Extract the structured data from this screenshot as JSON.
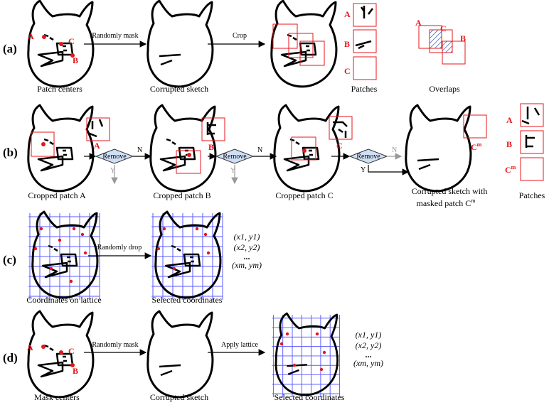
{
  "rows": [
    {
      "label": "(a)",
      "captions": [
        "Patch centers",
        "Corrupted sketch",
        "Patches",
        "Overlaps"
      ],
      "arrows": [
        "Randomly mask",
        "Crop"
      ],
      "points": [
        "A",
        "B",
        "C"
      ],
      "patch_labels": [
        "A",
        "B",
        "C"
      ],
      "overlap_labels": [
        "A",
        "C",
        "B"
      ]
    },
    {
      "label": "(b)",
      "captions": [
        "Cropped patch A",
        "Cropped patch B",
        "Cropped patch C",
        "Corrupted sketch with",
        "masked patch C",
        "Patches"
      ],
      "masked_sup": "m",
      "decision": "Remove",
      "branch_n": "N",
      "branch_y": "Y",
      "patch_labels": [
        "A",
        "B",
        "C"
      ],
      "cm_label": "C",
      "cm_sup": "m",
      "stack_labels": [
        "A",
        "B",
        "C"
      ]
    },
    {
      "label": "(c)",
      "captions": [
        "Coordinates on lattice",
        "Selected coordinates"
      ],
      "arrow": "Randomly drop",
      "coords": [
        "(x1, y1)",
        "(x2, y2)",
        "...",
        "(xm, ym)"
      ]
    },
    {
      "label": "(d)",
      "captions": [
        "Mask centers",
        "Corrupted sketch",
        "Selected coordinates"
      ],
      "arrows": [
        "Randomly mask",
        "Apply lattice"
      ],
      "points": [
        "A",
        "B",
        "C"
      ],
      "coords": [
        "(x1, y1)",
        "(x2, y2)",
        "...",
        "(xm, ym)"
      ]
    }
  ],
  "colors": {
    "accent": "#e8141b",
    "lattice": "#5a5aff",
    "decision_fill": "#cfe0f5",
    "gray": "#999999"
  }
}
